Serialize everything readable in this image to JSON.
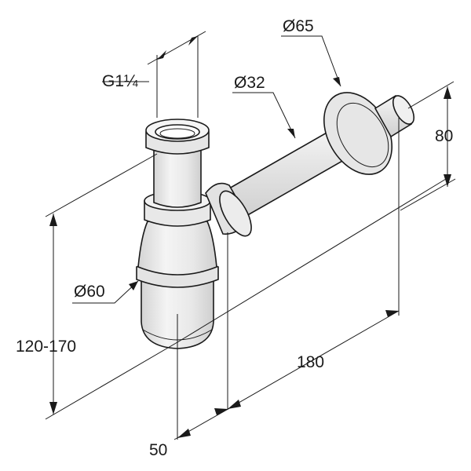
{
  "dimensions": {
    "inlet_thread": "G1¼",
    "pipe_diameter": "Ø32",
    "rosette_diameter": "Ø65",
    "height_to_outlet": "80",
    "bowl_diameter": "Ø60",
    "height_range": "120-170",
    "horizontal_length": "180",
    "bowl_offset": "50"
  },
  "colors": {
    "line": "#1a1a1a",
    "body_fill": "#ececec",
    "body_shade": "#d6d6d6",
    "highlight": "#ffffff"
  }
}
